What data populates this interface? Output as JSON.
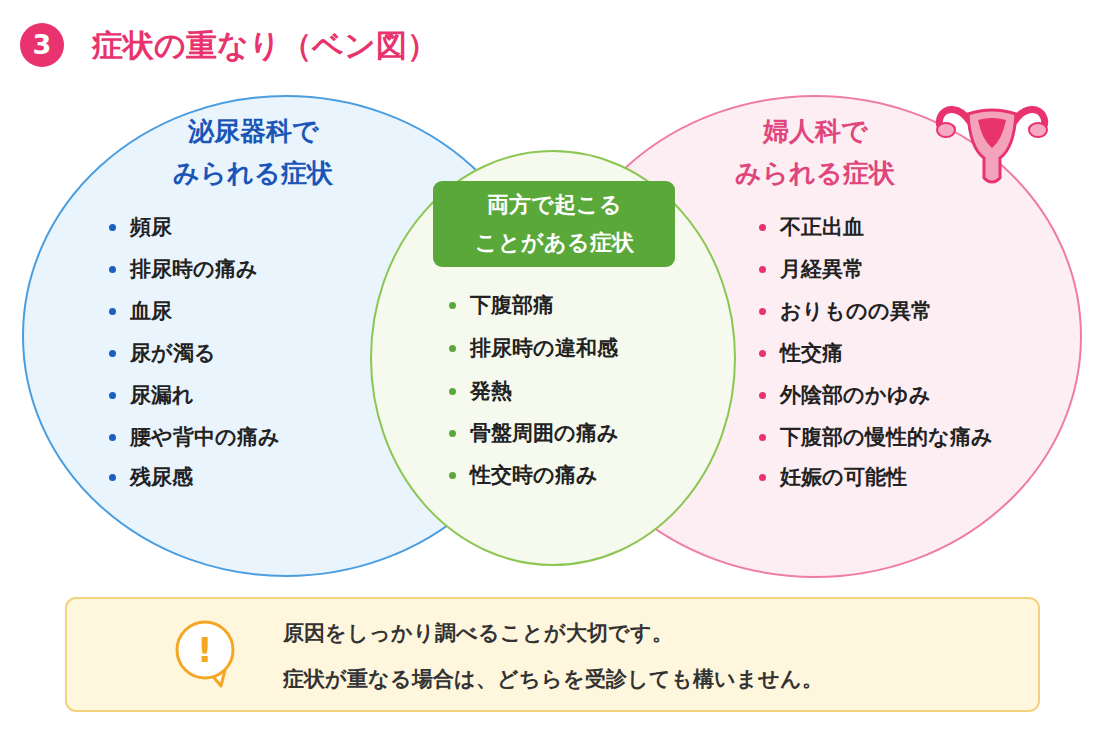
{
  "diagram": {
    "title": "症状の重なり（ベン図）",
    "nodes": [
      {
        "text": [
          "泌尿器科で みられる症状",
          "頻尿",
          "排尿時の痛み",
          "血尿",
          "尿が濁る",
          "尿漏れ",
          "腰や背中の痛み",
          "残尿感"
        ]
      },
      {
        "text": [
          "婦人科で みられる症状",
          "不正出血",
          "月経異常",
          "おりものの異常",
          "性交痛",
          "外陰部のかゆみ",
          "下腹部の慢性的な痛み",
          "妊娠の可能性"
        ]
      },
      {
        "text": [
          "下腹部痛",
          "排尿時の違和感",
          "発熱",
          "骨盤周囲の痛み",
          "性交時の痛み"
        ]
      },
      {
        "text": [
          "両方で起こる ことがある症状"
        ],
        "in": 2
      },
      {
        "text": [
          "原因をしっかり調べることが大切です。",
          "症状が重なる場合は、どちらを受診しても構いません。"
        ]
      },
      {
        "text": [
          "!"
        ],
        "in": 4
      }
    ],
    "labels": [
      "3"
    ]
  }
}
